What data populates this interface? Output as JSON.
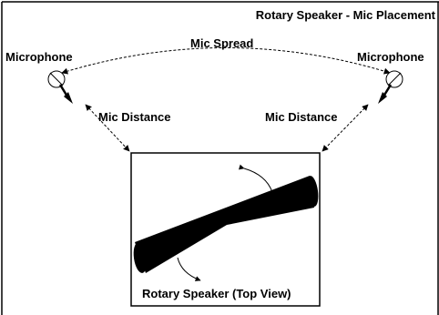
{
  "title": "Rotary Speaker - Mic Placement",
  "microphones": {
    "left_label": "Microphone",
    "right_label": "Microphone"
  },
  "mic_spread_label": "Mic Spread",
  "mic_distance": {
    "left_label": "Mic Distance",
    "right_label": "Mic Distance"
  },
  "speaker_label": "Rotary Speaker (Top View)",
  "colors": {
    "line": "#000000",
    "background": "#ffffff"
  }
}
